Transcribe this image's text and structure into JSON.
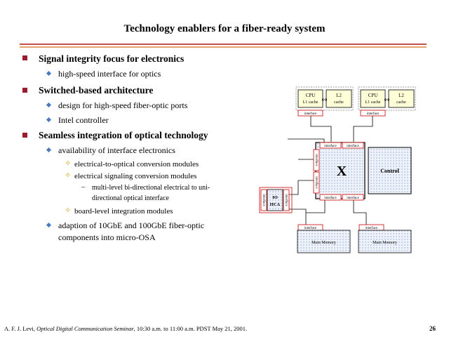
{
  "slide": {
    "title": "Technology enablers for a fiber-ready system",
    "bullets": [
      {
        "text": "Signal integrity focus for electronics"
      },
      {
        "text": "high-speed interface for optics"
      },
      {
        "text": "Switched-based architecture"
      },
      {
        "text": "design for high-speed fiber-optic ports"
      },
      {
        "text": "Intel controller"
      },
      {
        "text": "Seamless integration of optical technology"
      },
      {
        "text": "availability of interface electronics"
      },
      {
        "text": "electrical-to-optical conversion modules"
      },
      {
        "text": "electrical signaling conversion modules"
      },
      {
        "text": "multi-level bi-directional electrical to uni-"
      },
      {
        "text": "directional optical interface"
      },
      {
        "text": "board-level integration modules"
      },
      {
        "text": "adaption of 10GbE and 100GbE fiber-optic"
      },
      {
        "text": "components into micro-OSA"
      }
    ],
    "footer": {
      "author": "A. F. J. Levi, ",
      "seminar": "Optical Digital Communication Seminar",
      "time": ", 10:30 a.m. to 11:00 a.m. PDST May 21, 2001."
    },
    "page_number": "26"
  },
  "diagram": {
    "cpu_label_1": "CPU",
    "cpu_label_2": "L1 cache",
    "l2_label_1": "L2",
    "l2_label_2": "cache",
    "interface": "interface",
    "switch": "X",
    "control": "Control",
    "io_label_1": "IO",
    "io_label_2": "HCA",
    "main_memory": "Main Memory"
  }
}
